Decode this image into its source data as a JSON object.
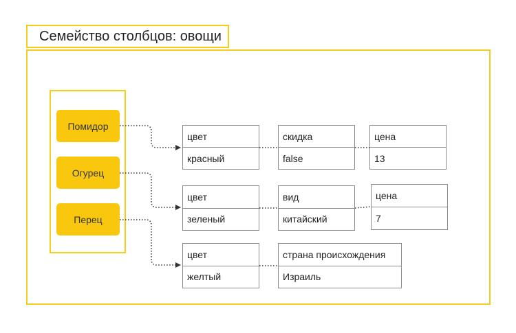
{
  "title": "Семейство столбцов: овощи",
  "rows": [
    {
      "key": "Помидор",
      "columns": [
        {
          "name": "цвет",
          "value": "красный"
        },
        {
          "name": "скидка",
          "value": "false"
        },
        {
          "name": "цена",
          "value": "13"
        }
      ]
    },
    {
      "key": "Огурец",
      "columns": [
        {
          "name": "цвет",
          "value": "зеленый"
        },
        {
          "name": "вид",
          "value": "китайский"
        },
        {
          "name": "цена",
          "value": "7"
        }
      ]
    },
    {
      "key": "Перец",
      "columns": [
        {
          "name": "цвет",
          "value": "желтый"
        },
        {
          "name": "страна происхождения",
          "value": "Израиль"
        }
      ]
    }
  ]
}
